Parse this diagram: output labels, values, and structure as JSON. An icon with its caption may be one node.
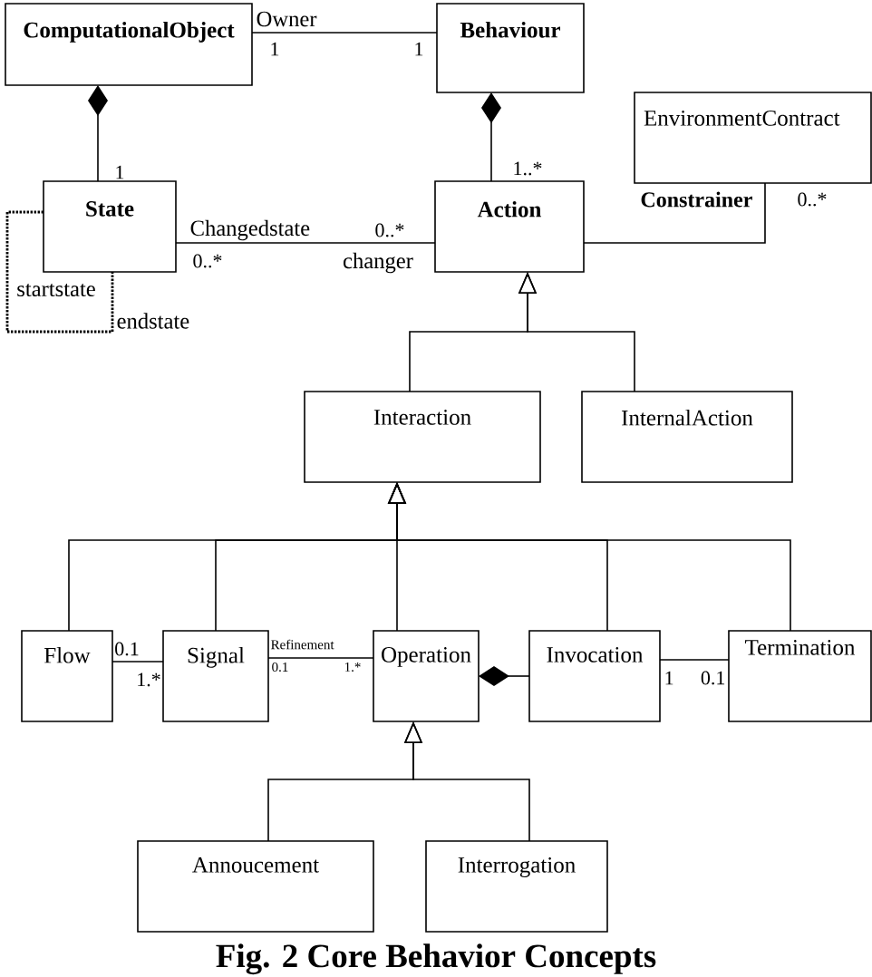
{
  "diagram": {
    "caption": "Fig. 2 Core Behavior Concepts",
    "nodes": [
      {
        "text": [
          "ComputationalObject"
        ]
      },
      {
        "text": [
          "Behaviour"
        ]
      },
      {
        "text": [
          "EnvironmentContract"
        ]
      },
      {
        "text": [
          "State"
        ]
      },
      {
        "text": [
          "Action"
        ]
      },
      {
        "text": [
          "Interaction"
        ]
      },
      {
        "text": [
          "InternalAction"
        ]
      },
      {
        "text": [
          "Flow"
        ]
      },
      {
        "text": [
          "Signal"
        ]
      },
      {
        "text": [
          "Operation"
        ]
      },
      {
        "text": [
          "Invocation"
        ]
      },
      {
        "text": [
          "Termination"
        ]
      },
      {
        "text": [
          "Annoucement"
        ]
      },
      {
        "text": [
          "Interrogation"
        ]
      }
    ],
    "edges": [
      {
        "from": 0,
        "to": 1,
        "arrow": "none",
        "label": "Owner"
      },
      {
        "from": 0,
        "to": 3,
        "arrow": "other"
      },
      {
        "from": 1,
        "to": 4,
        "arrow": "other"
      },
      {
        "from": 3,
        "to": 4,
        "arrow": "none",
        "label": "Changedstate"
      },
      {
        "from": 3,
        "to": 3,
        "arrow": "none",
        "style": "dashed"
      },
      {
        "from": 4,
        "to": 2,
        "arrow": "none",
        "label": "Constrainer"
      },
      {
        "from": 5,
        "to": 4,
        "arrow": "to"
      },
      {
        "from": 6,
        "to": 4,
        "arrow": "to"
      },
      {
        "from": 7,
        "to": 5,
        "arrow": "to"
      },
      {
        "from": 8,
        "to": 5,
        "arrow": "to"
      },
      {
        "from": 9,
        "to": 5,
        "arrow": "to"
      },
      {
        "from": 10,
        "to": 5,
        "arrow": "to"
      },
      {
        "from": 11,
        "to": 5,
        "arrow": "to"
      },
      {
        "from": 7,
        "to": 8,
        "arrow": "none"
      },
      {
        "from": 8,
        "to": 9,
        "arrow": "none",
        "label": "Refinement"
      },
      {
        "from": 9,
        "to": 10,
        "arrow": "other"
      },
      {
        "from": 10,
        "to": 11,
        "arrow": "none"
      },
      {
        "from": 12,
        "to": 9,
        "arrow": "to"
      },
      {
        "from": 13,
        "to": 9,
        "arrow": "to"
      }
    ],
    "labels": [
      "1",
      "1",
      "1",
      "1..*",
      "0..*",
      "0..*",
      "0..*",
      "changer",
      "startstate",
      "endstate",
      "0.1",
      "1.*",
      "0.1",
      "1.*",
      "1",
      "0.1"
    ]
  }
}
